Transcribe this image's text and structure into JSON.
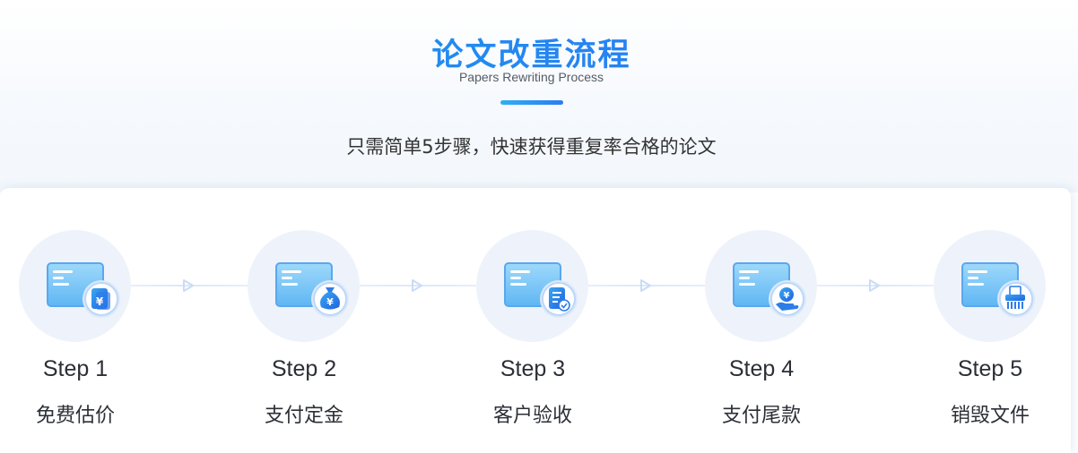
{
  "header": {
    "title": "论文改重流程",
    "subtitle": "Papers Rewriting Process",
    "tagline": "只需简单5步骤，快速获得重复率合格的论文"
  },
  "colors": {
    "accent_blue": "#2b7cf0",
    "accent_cyan": "#31aef5",
    "circle_bg": "#eef3fb"
  },
  "steps": [
    {
      "number": "Step 1",
      "label": "免费估价",
      "badge_icon": "yen-document-icon"
    },
    {
      "number": "Step 2",
      "label": "支付定金",
      "badge_icon": "money-bag-icon"
    },
    {
      "number": "Step 3",
      "label": "客户验收",
      "badge_icon": "checklist-icon"
    },
    {
      "number": "Step 4",
      "label": "支付尾款",
      "badge_icon": "hand-coin-icon"
    },
    {
      "number": "Step 5",
      "label": "销毁文件",
      "badge_icon": "shredder-icon"
    }
  ]
}
